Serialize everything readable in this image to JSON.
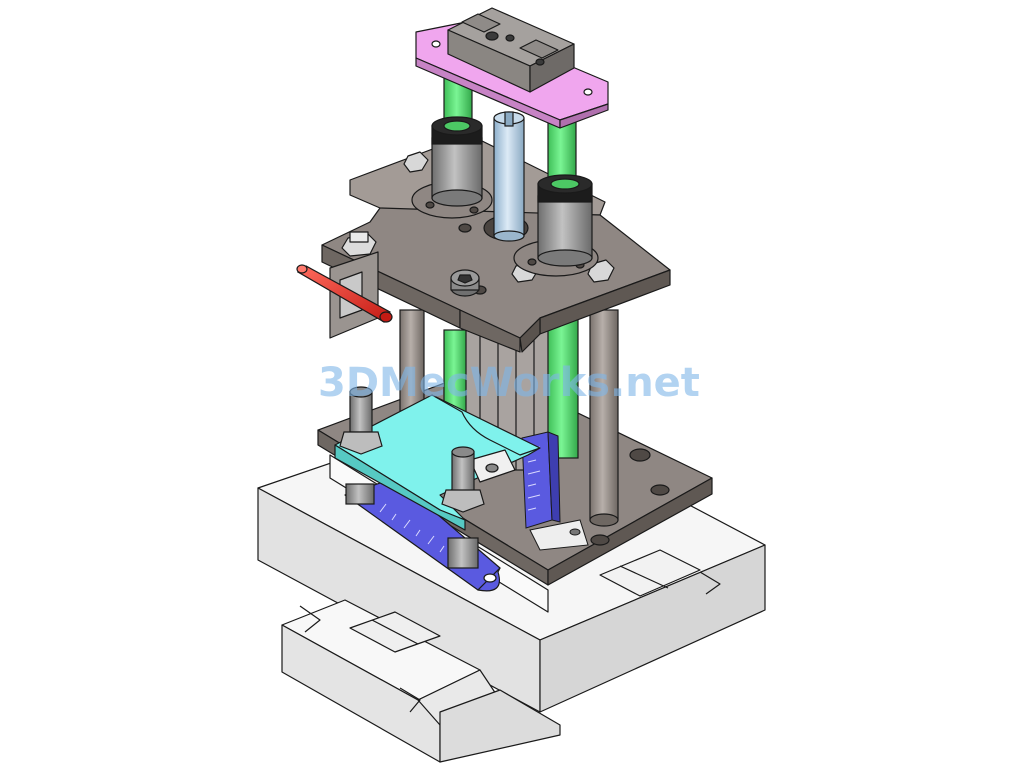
{
  "watermark": {
    "text": "3DMecWorks.net"
  },
  "colors": {
    "outline": "#1a1a1a",
    "steel_plate": "#8f8783",
    "steel_plate_top": "#a39b96",
    "steel_plate_side": "#6e6762",
    "base_white": "#f4f4f4",
    "base_shadow": "#d9d9d9",
    "guide_rod_green": "#5fe07a",
    "cyan_plate": "#7ff2ec",
    "blue_plate": "#5a5ae0",
    "pink_bar": "#f0a6ee",
    "red_pin": "#e8312a",
    "light_blue_rod": "#b8d4ea",
    "bushing_grey": "#9b9b9b",
    "bushing_black": "#1c1c1c",
    "watermark": "#7fb6e8"
  },
  "parts": [
    {
      "name": "base-block",
      "icon": "white-base-block-icon"
    },
    {
      "name": "bottom-plate",
      "icon": "steel-plate-icon"
    },
    {
      "name": "top-plate",
      "icon": "steel-plate-icon"
    },
    {
      "name": "guide-rods",
      "icon": "green-rod-icon"
    },
    {
      "name": "linear-bushings",
      "icon": "bushing-icon"
    },
    {
      "name": "top-bar",
      "icon": "pink-bar-icon"
    },
    {
      "name": "slider-block",
      "icon": "grey-block-icon"
    },
    {
      "name": "center-shaft",
      "icon": "shaft-icon"
    },
    {
      "name": "cyan-clamp-plate",
      "icon": "cyan-plate-icon"
    },
    {
      "name": "blue-ruler-plate",
      "icon": "blue-plate-icon"
    },
    {
      "name": "side-scale",
      "icon": "blue-scale-icon"
    },
    {
      "name": "red-handle-pin",
      "icon": "red-pin-icon"
    },
    {
      "name": "hex-nuts",
      "icon": "hex-nut-icon"
    }
  ]
}
